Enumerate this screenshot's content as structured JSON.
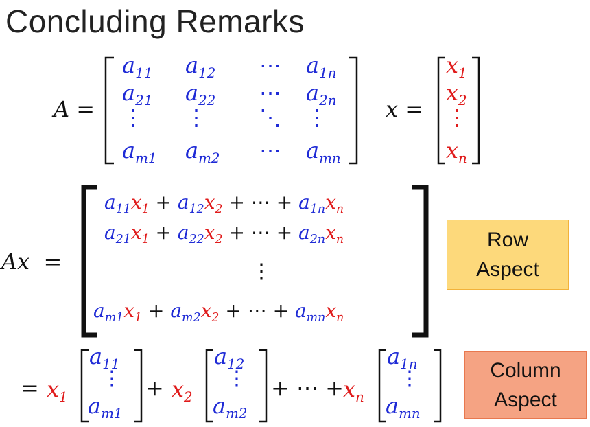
{
  "title": "Concluding Remarks",
  "labels": {
    "A_eq": "A =",
    "x_eq": "x =",
    "Ax_eq": "Ax  =",
    "eq_start": "=",
    "plus": "+",
    "dots_sum": "+ ⋯ +"
  },
  "matrix_A": {
    "rows": [
      [
        "a11",
        "a12",
        "⋯",
        "a1n"
      ],
      [
        "a21",
        "a22",
        "⋯",
        "a2n"
      ],
      [
        "⋮",
        "⋮",
        "⋱",
        "⋮"
      ],
      [
        "am1",
        "am2",
        "⋯",
        "amn"
      ]
    ]
  },
  "vector_x": [
    "x1",
    "x2",
    "⋮",
    "xn"
  ],
  "product_rows": [
    "a11x1 + a12x2 + ⋯ + a1nxn",
    "a21x1 + a22x2 + ⋯ + a2nxn",
    "⋮",
    "am1x1 + am2x2 + ⋯ + amnxn"
  ],
  "columns": [
    {
      "coef": "x1",
      "top": "a11",
      "mid": "⋮",
      "bot": "am1"
    },
    {
      "coef": "x2",
      "top": "a12",
      "mid": "⋮",
      "bot": "am2"
    },
    {
      "coef": "xn",
      "top": "a1n",
      "mid": "⋮",
      "bot": "amn"
    }
  ],
  "boxes": {
    "row": {
      "line1": "Row",
      "line2": "Aspect",
      "fill": "#fdd97b",
      "border": "#f2b23a"
    },
    "column": {
      "line1": "Column",
      "line2": "Aspect",
      "fill": "#f5a383",
      "border": "#e8784f"
    }
  },
  "colors": {
    "coefficient": "#1f2bd6",
    "variable": "#e01b1b"
  }
}
